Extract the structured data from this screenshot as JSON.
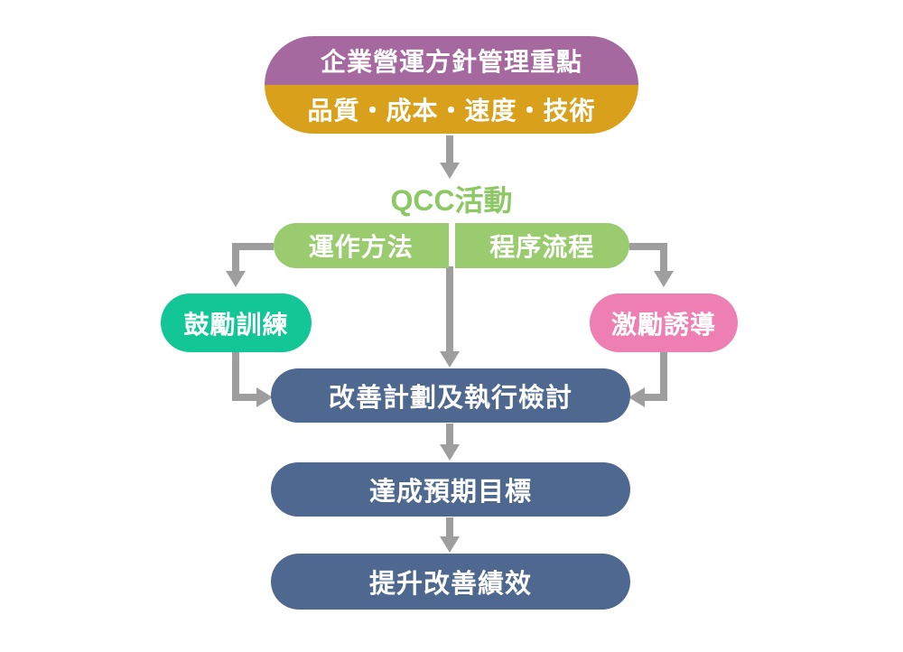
{
  "top_capsule": {
    "title": "企業營運方針管理重點",
    "subtitle": "品質・成本・速度・技術",
    "title_bg": "#a5699f",
    "subtitle_bg": "#d9a01b"
  },
  "qcc_label": {
    "text": "QCC活動",
    "color": "#8cc863"
  },
  "method_capsule": {
    "left": "運作方法",
    "right": "程序流程",
    "bg": "#9acb6e"
  },
  "side_boxes": {
    "left": {
      "text": "鼓勵訓練",
      "bg": "#12c795"
    },
    "right": {
      "text": "激勵誘導",
      "bg": "#ee7fb2"
    }
  },
  "flow_boxes": [
    {
      "text": "改善計劃及執行檢討"
    },
    {
      "text": "達成預期目標"
    },
    {
      "text": "提升改善績效"
    }
  ],
  "flow_box_bg": "#4e6890",
  "connectors": [
    {
      "name": "arrow-policy-to-qcc",
      "type": "down-arrow-icon"
    },
    {
      "name": "arrow-method-to-training",
      "type": "elbow-down-arrow-icon"
    },
    {
      "name": "arrow-procedure-to-incentive",
      "type": "elbow-down-arrow-icon"
    },
    {
      "name": "arrow-qcc-to-plan",
      "type": "down-arrow-icon"
    },
    {
      "name": "arrow-training-to-plan",
      "type": "elbow-right-arrow-icon"
    },
    {
      "name": "arrow-incentive-to-plan",
      "type": "elbow-left-arrow-icon"
    },
    {
      "name": "arrow-plan-to-target",
      "type": "down-arrow-icon"
    },
    {
      "name": "arrow-target-to-performance",
      "type": "down-arrow-icon"
    }
  ],
  "arrow_color": "#9e9e9e",
  "background": "#ffffff"
}
